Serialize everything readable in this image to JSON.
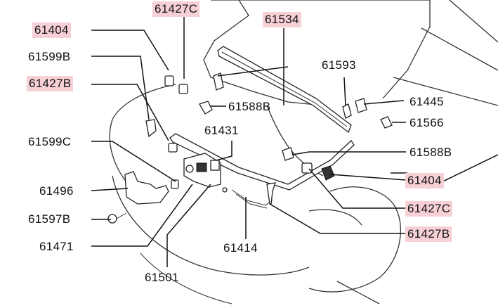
{
  "labels": {
    "l61427C_top": "61427C",
    "l61534": "61534",
    "l61404_left": "61404",
    "l61599B": "61599B",
    "l61593": "61593",
    "l61427B_left": "61427B",
    "l61445": "61445",
    "l61588B_top": "61588B",
    "l61566": "61566",
    "l61431": "61431",
    "l61599C": "61599C",
    "l61588B_right": "61588B",
    "l61404_right": "61404",
    "l61496": "61496",
    "l61427C_right": "61427C",
    "l61597B": "61597B",
    "l61427B_right": "61427B",
    "l61471": "61471",
    "l61414": "61414",
    "l61501": "61501"
  },
  "colors": {
    "highlight": "#f7d0d6",
    "line": "#333333",
    "text": "#111111"
  }
}
